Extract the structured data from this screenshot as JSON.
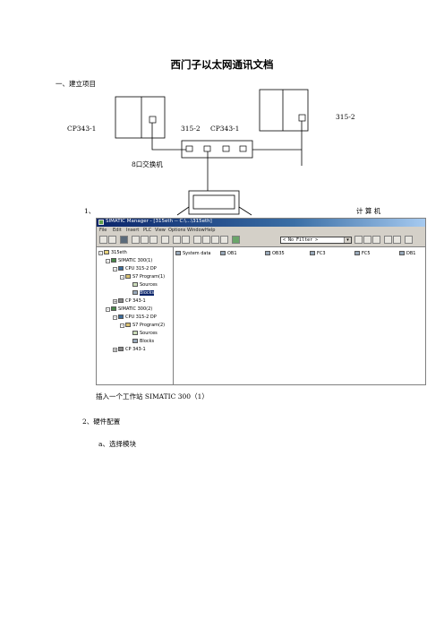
{
  "title": "西门子以太网通讯文档",
  "sections": {
    "s1": "一、建立项目",
    "s2": "2、硬件配置",
    "s2a": "a、选择模块"
  },
  "diagram": {
    "label_cp343_left": "CP343-1",
    "label_315_mid": "315-2",
    "label_cp343_mid": "CP343-1",
    "label_315_right": "315-2",
    "label_switch": "8口交换机",
    "label_step1": "1、",
    "label_computer": "计 算 机"
  },
  "caption": "插入一个工作站 SIMATIC 300（1）",
  "window": {
    "title": "SIMATIC Manager - [315eth -- C:\\...\\315eth]",
    "menu": [
      "File",
      "Edit",
      "Insert",
      "PLC",
      "View",
      "Options",
      "Window",
      "Help"
    ],
    "filter": "< No Filter >",
    "tree": [
      {
        "label": "315eth",
        "icon": "folder-icon",
        "pm": "-"
      },
      {
        "label": "SIMATIC 300(1)",
        "icon": "station-icon",
        "pm": "-"
      },
      {
        "label": "CPU 315-2 DP",
        "icon": "cpu-icon",
        "pm": "-"
      },
      {
        "label": "S7 Program(1)",
        "icon": "program-icon",
        "pm": "-"
      },
      {
        "label": "Sources",
        "icon": "sources-icon",
        "pm": ""
      },
      {
        "label": "Blocks",
        "icon": "blocks-icon",
        "pm": ""
      },
      {
        "label": "CP 343-1",
        "icon": "cp-icon",
        "pm": "+"
      },
      {
        "label": "SIMATIC 300(2)",
        "icon": "station-icon",
        "pm": "-"
      },
      {
        "label": "CPU 315-2 DP",
        "icon": "cpu-icon",
        "pm": "-"
      },
      {
        "label": "S7 Program(2)",
        "icon": "program-icon",
        "pm": "-"
      },
      {
        "label": "Sources",
        "icon": "sources-icon",
        "pm": ""
      },
      {
        "label": "Blocks",
        "icon": "blocks-icon",
        "pm": ""
      },
      {
        "label": "CP 343-1",
        "icon": "cp-icon",
        "pm": "+"
      }
    ],
    "objects": [
      "System data",
      "OB1",
      "OB35",
      "FC3",
      "FC5",
      "DB1"
    ]
  }
}
